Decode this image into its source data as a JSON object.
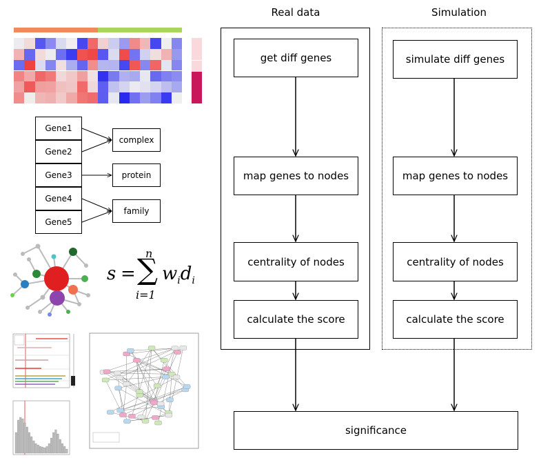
{
  "columns": {
    "real_title": "Real data",
    "sim_title": "Simulation"
  },
  "real_steps": [
    "get diff genes",
    "map genes to nodes",
    "centrality of nodes",
    "calculate the score"
  ],
  "sim_steps": [
    "simulate diff genes",
    "map genes to nodes",
    "centrality of nodes",
    "calculate the score"
  ],
  "final_step": "significance",
  "gene_mapping": {
    "genes": [
      "Gene1",
      "Gene2",
      "Gene3",
      "Gene4",
      "Gene5"
    ],
    "categories": [
      "complex",
      "protein",
      "family"
    ]
  },
  "formula": {
    "lhs": "s",
    "equals": "=",
    "upper": "n",
    "lower": "i=1",
    "term": "w",
    "term_sub": "i",
    "term2": "d",
    "term2_sub": "i"
  },
  "heatmap": {
    "group_colors": [
      "#f08a5d",
      "#a8d65c"
    ],
    "side_colors": [
      "#f9d9dc",
      "#f9d9dc",
      "#c8185a"
    ]
  }
}
